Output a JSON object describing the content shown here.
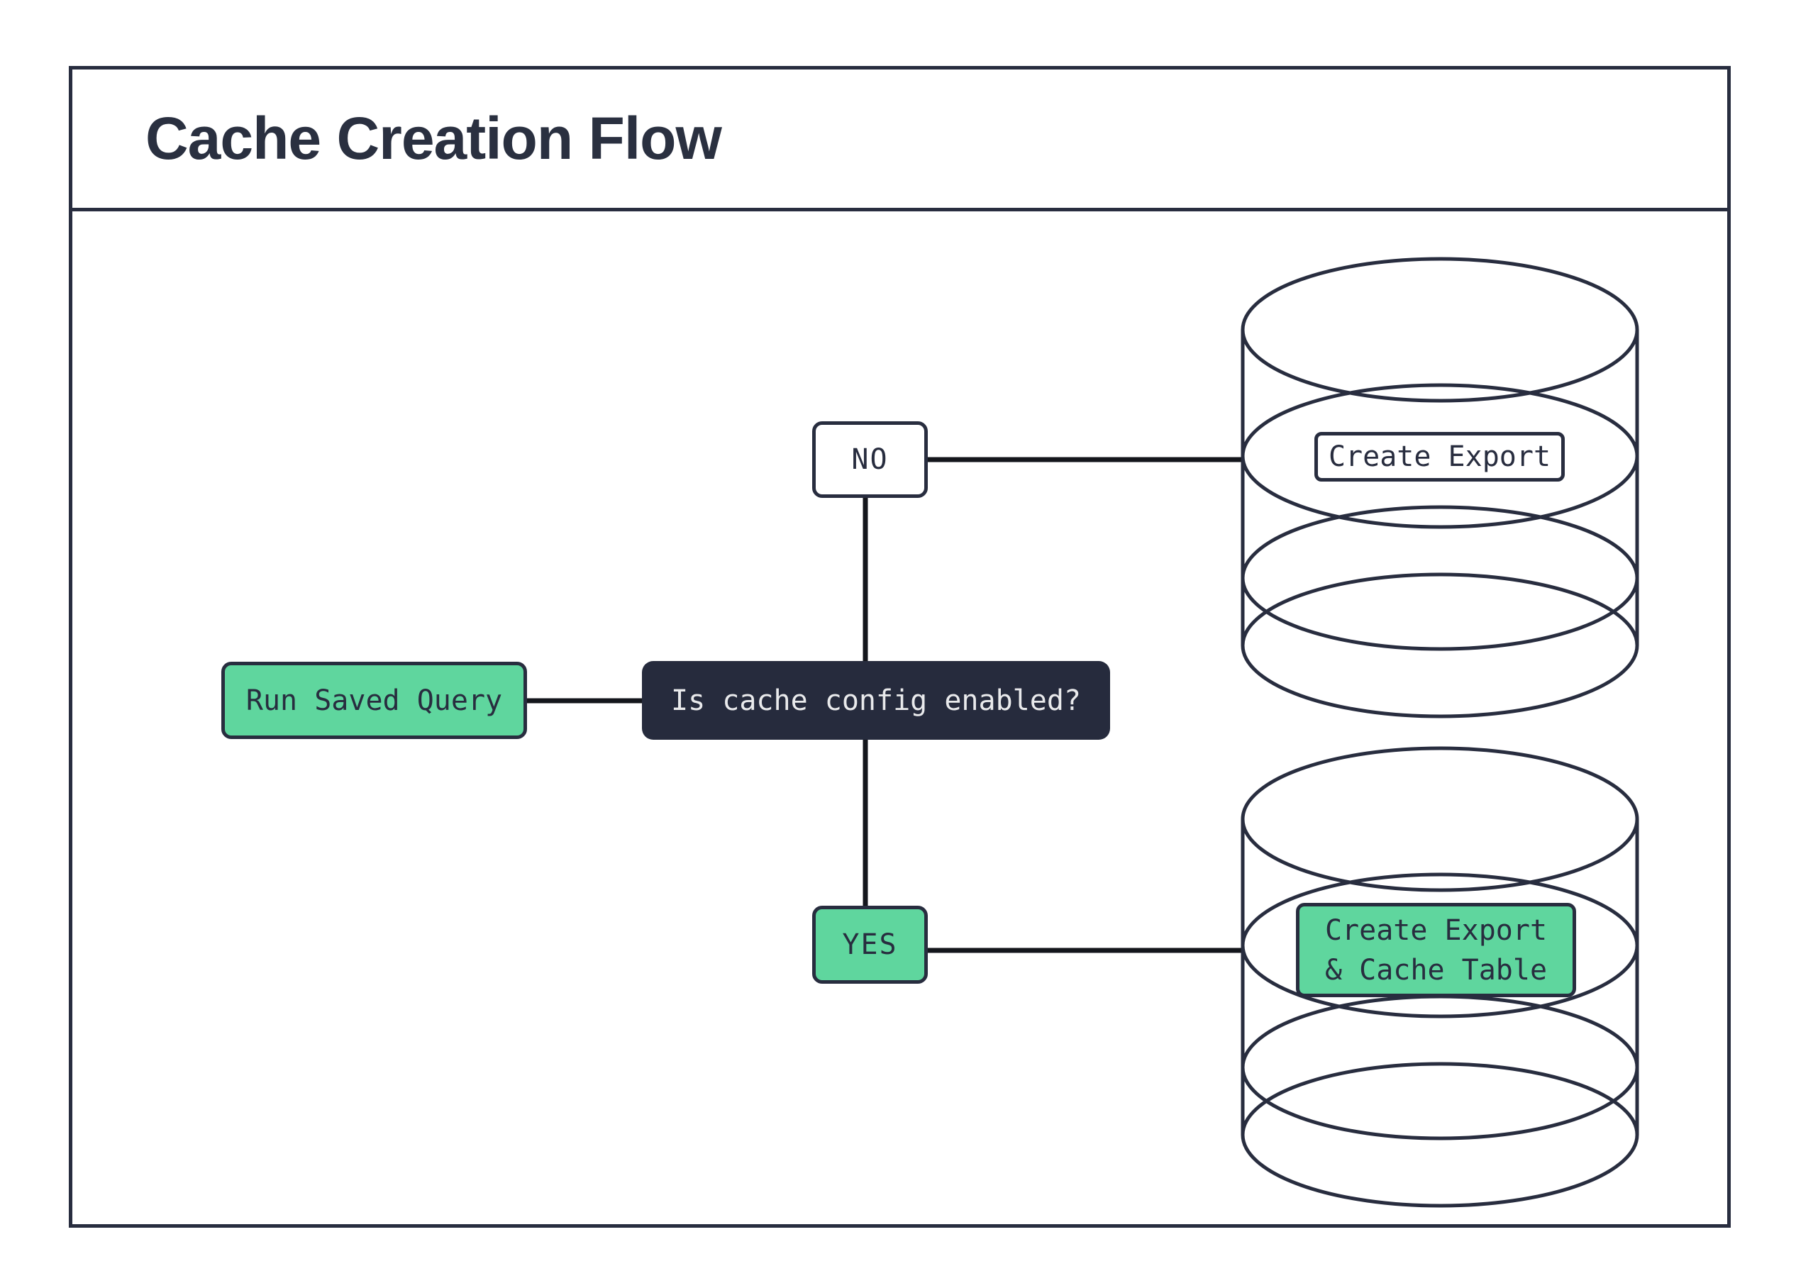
{
  "title": "Cache Creation Flow",
  "nodes": {
    "start": {
      "label": "Run Saved Query"
    },
    "decision": {
      "label": "Is cache config enabled?"
    },
    "no_branch": {
      "label": "NO"
    },
    "yes_branch": {
      "label": "YES"
    },
    "export": {
      "label": "Create Export"
    },
    "export_cache": {
      "label": "Create Export & Cache Table",
      "line1": "Create Export",
      "line2": "& Cache Table"
    }
  },
  "colors": {
    "navy": "#282d3f",
    "decision_fill": "#262b3d",
    "green": "#5fd69e",
    "connector": "#14161c",
    "light_text": "#e9eaec",
    "background": "#ffffff"
  }
}
